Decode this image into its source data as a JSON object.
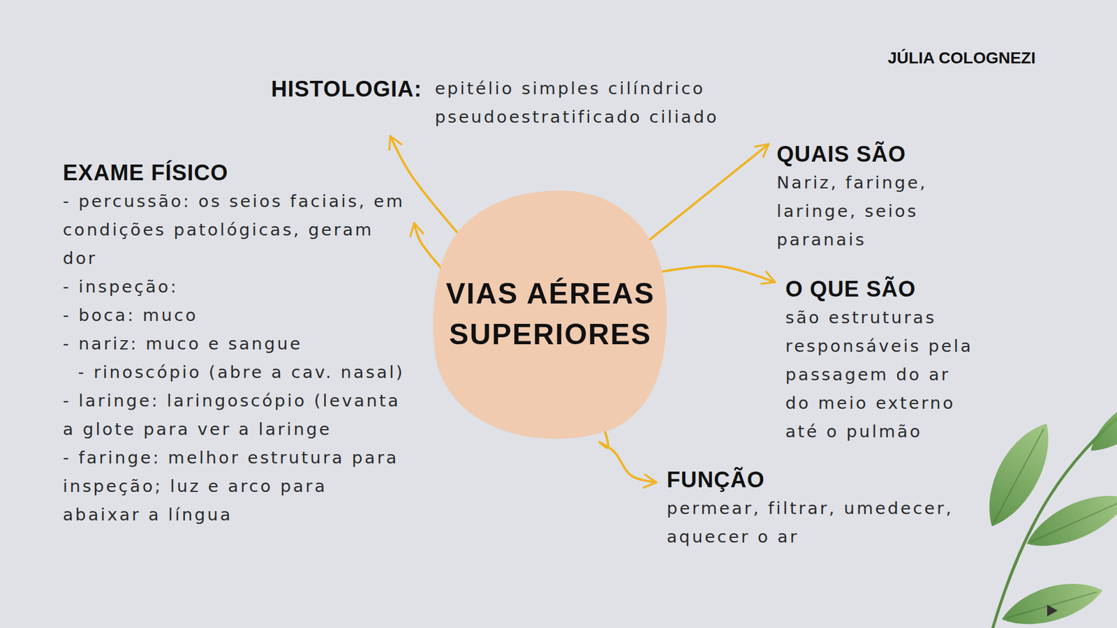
{
  "diagram": {
    "nodes": [
      {
        "text": [
          "VIAS AÉREAS SUPERIORES"
        ]
      },
      {
        "text": [
          "HISTOLOGIA:",
          "epitélio simples cilíndrico pseudoestratificado ciliado"
        ]
      },
      {
        "text": [
          "EXAME FÍSICO",
          "- percussão: os seios faciais, em condições patológicas, geram dor",
          "- inspeção:",
          "- boca: muco",
          "- nariz: muco e sangue",
          "- rinoscópio (abre a cav. nasal)",
          "- laringe: laringoscópio (levanta a glote para ver a laringe",
          "- faringe: melhor estrutura para inspeção; luz e arco para abaixar a língua"
        ]
      },
      {
        "text": [
          "QUAIS SÃO",
          "Nariz, faringe, laringe, seios paranais"
        ]
      },
      {
        "text": [
          "O QUE SÃO",
          "são estruturas responsáveis pela passagem do ar do meio externo até o pulmão"
        ]
      },
      {
        "text": [
          "FUNÇÃO",
          "permear, filtrar, umedecer, aquecer o ar"
        ]
      }
    ],
    "edges": [
      {
        "from": 0,
        "to": 1,
        "arrow": "to"
      },
      {
        "from": 0,
        "to": 2,
        "arrow": "to"
      },
      {
        "from": 0,
        "to": 3,
        "arrow": "to"
      },
      {
        "from": 0,
        "to": 4,
        "arrow": "to"
      },
      {
        "from": 0,
        "to": 5,
        "arrow": "to"
      }
    ],
    "labels": [
      "JÚLIA COLOGNEZI"
    ]
  }
}
